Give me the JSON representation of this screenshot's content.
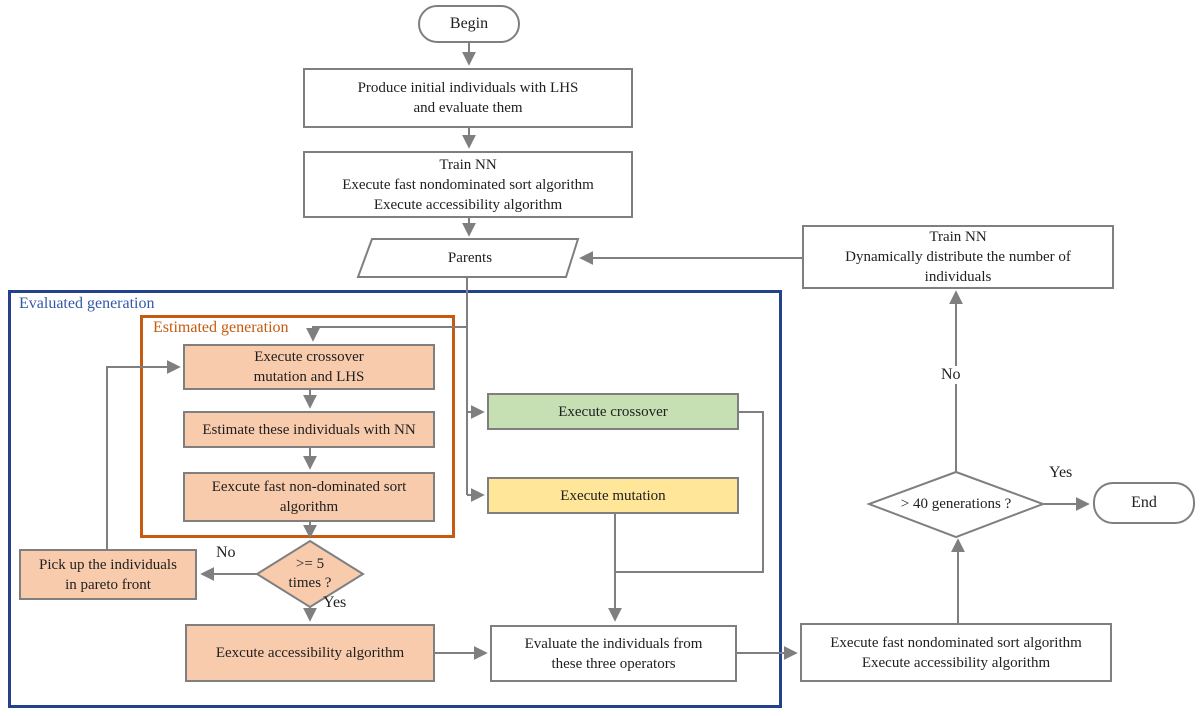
{
  "flowchart": {
    "colors": {
      "line": "#7F7F7F",
      "peach": "#F8CBAD",
      "green": "#C6E0B4",
      "yellow": "#FFE699",
      "blue_border": "#24418E",
      "blue_text": "#3458A8",
      "orange_border": "#C55A11",
      "orange_text": "#C55A11"
    },
    "begin": {
      "label": "Begin"
    },
    "produce_initial": {
      "line1": "Produce initial individuals with LHS",
      "line2": "and evaluate them"
    },
    "train_nn_sort": {
      "line1": "Train NN",
      "line2": "Execute fast nondominated sort algorithm",
      "line3": "Execute accessibility algorithm"
    },
    "parents": {
      "label": "Parents"
    },
    "evaluated_generation": {
      "label": "Evaluated generation"
    },
    "estimated_generation": {
      "label": "Estimated generation"
    },
    "crossover_lhs": {
      "line1": "Execute crossover",
      "line2": "mutation and LHS"
    },
    "estimate_nn": {
      "label": "Estimate these individuals with NN"
    },
    "fast_sort": {
      "line1": "Eexcute fast non-dominated sort",
      "line2": "algorithm"
    },
    "five_times_decision": {
      "line1": ">= 5",
      "line2": "times ?"
    },
    "pickup_pareto": {
      "line1": "Pick up the individuals",
      "line2": "in pareto front"
    },
    "accessibility": {
      "label": "Eexcute accessibility algorithm"
    },
    "execute_crossover": {
      "label": "Execute crossover"
    },
    "execute_mutation": {
      "label": "Execute mutation"
    },
    "evaluate_three": {
      "line1": "Evaluate the individuals from",
      "line2": "these three operators"
    },
    "right_sort": {
      "line1": "Execute fast nondominated sort algorithm",
      "line2": "Execute accessibility algorithm"
    },
    "forty_generations_decision": {
      "label": "> 40 generations ?"
    },
    "end": {
      "label": "End"
    },
    "train_nn_distribute": {
      "line1": "Train NN",
      "line2": "Dynamically distribute the number of",
      "line3": "individuals"
    },
    "edge_labels": {
      "five_no": "No",
      "five_yes": "Yes",
      "forty_yes": "Yes",
      "forty_no": "No"
    }
  }
}
